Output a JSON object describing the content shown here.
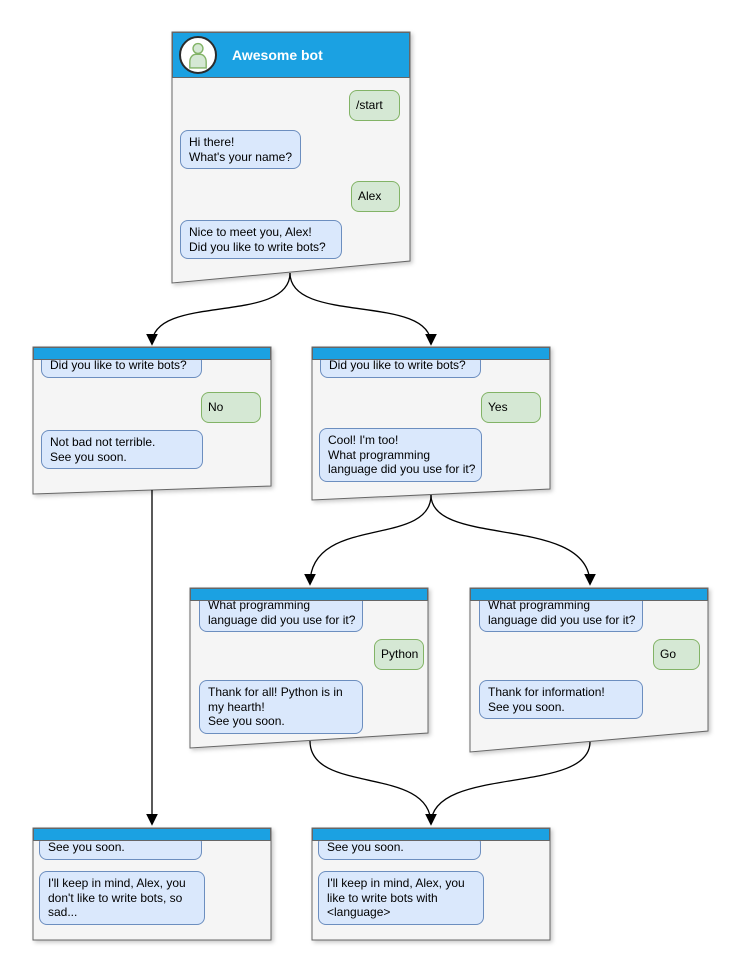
{
  "diagram": {
    "colors": {
      "header_blue": "#1ba1e2",
      "window_fill": "#f5f5f5",
      "window_border": "#666666",
      "bot_bubble_fill": "#dae8fc",
      "bot_bubble_border": "#6c8ebf",
      "user_bubble_fill": "#d5e8d4",
      "user_bubble_border": "#82b366",
      "arrow": "#000000"
    },
    "windows": {
      "start": {
        "title": "Awesome bot",
        "avatar_icon": "person-icon",
        "messages": {
          "start_cmd": "/start",
          "greeting": "Hi there!\nWhat's your name?",
          "name_answer": "Alex",
          "question": "Nice to meet you, Alex!\nDid you like to write bots?"
        }
      },
      "no": {
        "messages": {
          "question": "Did you like to write bots?",
          "answer": "No",
          "reply": "Not bad not terrible.\nSee you soon."
        }
      },
      "yes": {
        "messages": {
          "question": "Did you like to write bots?",
          "answer": "Yes",
          "reply": "Cool! I'm too!\nWhat programming\nlanguage did you use for it?"
        }
      },
      "python": {
        "messages": {
          "question": "What programming\nlanguage did you use for it?",
          "answer": "Python",
          "reply": "Thank for all! Python is in\nmy hearth!\nSee you soon."
        }
      },
      "go": {
        "messages": {
          "question": "What programming\nlanguage did you use for it?",
          "answer": "Go",
          "reply": "Thank for information!\nSee you soon."
        }
      },
      "end_no": {
        "messages": {
          "question": "See you soon.",
          "reply": "I'll keep in mind, Alex, you\ndon't like to write bots, so\nsad..."
        }
      },
      "end_yes": {
        "messages": {
          "question": "See you soon.",
          "reply": "I'll keep in mind, Alex, you\nlike to write bots with\n<language>"
        }
      }
    }
  }
}
